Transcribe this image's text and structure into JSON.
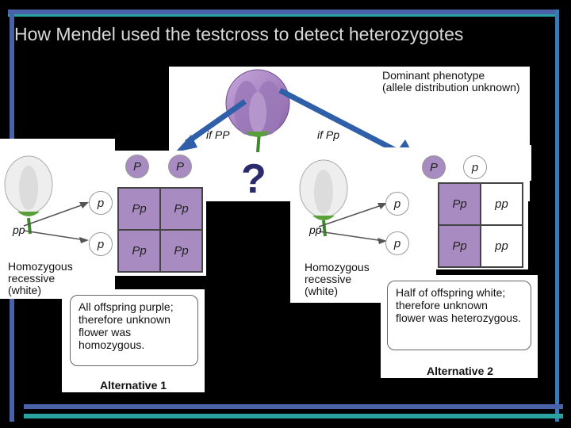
{
  "title": "How Mendel used the testcross to detect heterozygotes",
  "top": {
    "phenotype_line1": "Dominant phenotype",
    "phenotype_line2": "(allele distribution unknown)",
    "if_PP": "if PP",
    "if_Pp": "if Pp",
    "question": "?"
  },
  "alt1": {
    "parent_alleles": [
      "P",
      "P"
    ],
    "recessive_alleles": [
      "p",
      "p"
    ],
    "genotype_label": "pp",
    "recessive_label": [
      "Homozygous",
      "recessive",
      "(white)"
    ],
    "cells": [
      [
        "Pp",
        "Pp"
      ],
      [
        "Pp",
        "Pp"
      ]
    ],
    "conclusion": [
      "All offspring purple;",
      "therefore unknown",
      "flower was",
      "homozygous."
    ],
    "name": "Alternative 1"
  },
  "alt2": {
    "parent_alleles": [
      "P",
      "p"
    ],
    "recessive_alleles": [
      "p",
      "p"
    ],
    "genotype_label": "pp",
    "recessive_label": [
      "Homozygous",
      "recessive",
      "(white)"
    ],
    "cells": [
      [
        "Pp",
        "pp"
      ],
      [
        "Pp",
        "pp"
      ]
    ],
    "conclusion": [
      "Half of offspring white;",
      "therefore unknown",
      "flower was heterozygous."
    ],
    "name": "Alternative 2"
  },
  "colors": {
    "purple": "#a88bc0",
    "arrow": "#2f5fa8",
    "frame_blue": "#4a63a8",
    "frame_teal": "#2aa3a0"
  }
}
